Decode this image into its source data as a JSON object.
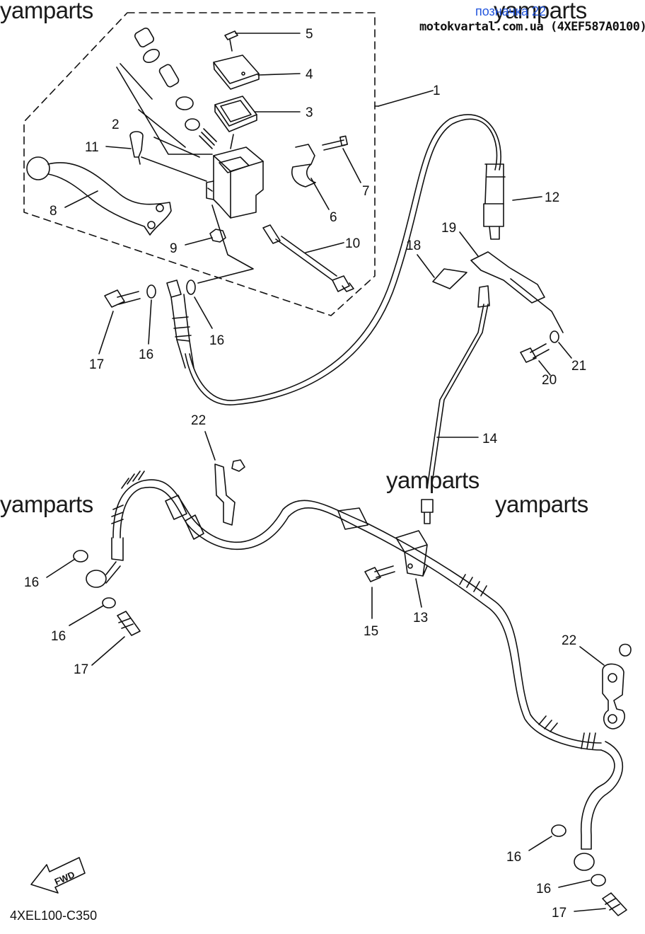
{
  "header": {
    "link_text": "позначка 22",
    "site_text": "motokvartal.com.ua (4XEF587A0100)"
  },
  "watermarks": [
    "yamparts",
    "yamparts",
    "yamparts",
    "yamparts",
    "yamparts"
  ],
  "footer": {
    "code": "4XEL100-C350"
  },
  "fwd_label": "FWD",
  "part_numbers": [
    "1",
    "2",
    "3",
    "4",
    "5",
    "6",
    "7",
    "8",
    "9",
    "10",
    "11",
    "12",
    "13",
    "14",
    "15",
    "16",
    "16",
    "16",
    "16",
    "16",
    "16",
    "17",
    "17",
    "17",
    "18",
    "19",
    "20",
    "21",
    "22",
    "22"
  ]
}
